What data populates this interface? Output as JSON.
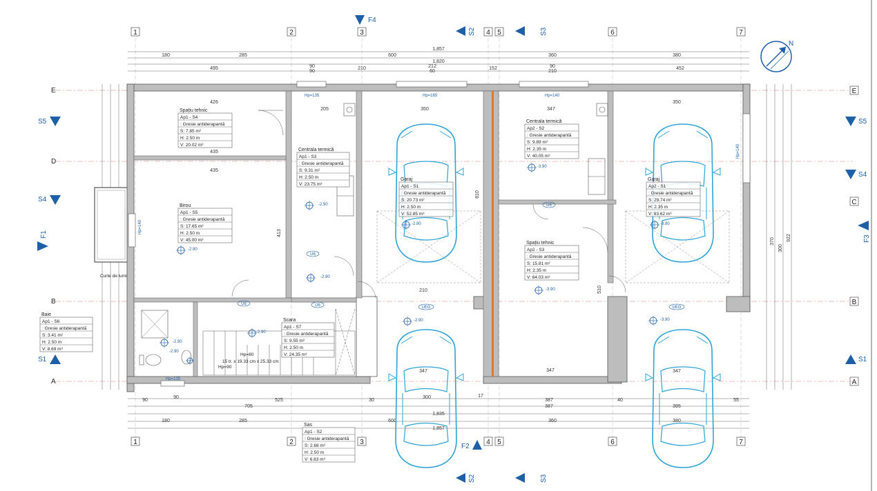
{
  "overall_dims": {
    "top_total": "1,857",
    "top_inner": "1,820",
    "bottom_total": "1,857",
    "bottom_inner": "1,835",
    "right_total": "922",
    "right_b": "370",
    "right_c": "300"
  },
  "top_dims_row1": [
    "180",
    "285",
    "600",
    "360",
    "380"
  ],
  "top_dims_row3": [
    "495",
    "90",
    "90",
    "210",
    "212",
    "60",
    "152",
    "90",
    "210",
    "452"
  ],
  "bottom_dims_row1": [
    "180",
    "285",
    "600",
    "360",
    "380"
  ],
  "bottom_dims_row2": [
    "705",
    "387",
    "395"
  ],
  "bottom_dims_row3": [
    "90",
    "90",
    "525",
    "30",
    "300",
    "17",
    "387",
    "40",
    "55"
  ],
  "grid_columns": [
    "1",
    "2",
    "3",
    "4",
    "5",
    "6",
    "7"
  ],
  "grid_rows": [
    "E",
    "D",
    "C",
    "B",
    "A"
  ],
  "sections": [
    {
      "id": "F4",
      "label": "F4"
    },
    {
      "id": "F1",
      "label": "F1"
    },
    {
      "id": "F2",
      "label": "F2"
    },
    {
      "id": "F3",
      "label": "F3"
    },
    {
      "id": "S1",
      "label": "S1"
    },
    {
      "id": "S2",
      "label": "S2"
    },
    {
      "id": "S3",
      "label": "S3"
    },
    {
      "id": "S4",
      "label": "S4"
    },
    {
      "id": "S5",
      "label": "S5"
    }
  ],
  "rooms": [
    {
      "name": "Spațiu tehnic",
      "code": "Ap1 - S4",
      "finish": ": Gresie antiderapantă",
      "s": "S: 7.85 m²",
      "h": "H: 2.50 m",
      "v": "V: 20.02 m³"
    },
    {
      "name": "Centrala termică",
      "code": "Ap1 - S3",
      "finish": ": Gresie antiderapantă",
      "s": "S: 9.31 m²",
      "h": "H: 2.50 m",
      "v": "V: 23.75 m³"
    },
    {
      "name": "Birou",
      "code": "Ap1 - S5",
      "finish": ": Gresie antiderapantă",
      "s": "S: 17.65 m²",
      "h": "H: 2.50 m",
      "v": "V: 45.00 m³"
    },
    {
      "name": "Garaj",
      "code": "Ap1 - S1",
      "finish": ": Gresie antiderapantă",
      "s": "S: 20.73 m²",
      "h": "H: 2.50 m",
      "v": "V: 52.85 m³"
    },
    {
      "name": "Baie",
      "code": "Ap1 - S6",
      "finish": ": Gresie antiderapantă",
      "s": "S: 3.41 m²",
      "h": "H: 2.50 m",
      "v": "V: 8.69 m³"
    },
    {
      "name": "Scara",
      "code": "Ap1 - S7",
      "finish": ": Gresie antiderapantă",
      "s": "S: 9.55 m²",
      "h": "H: 2.50 m",
      "v": "V: 24.35 m³"
    },
    {
      "name": "Sas",
      "code": "Ap1 - S2",
      "finish": ": Gresie antiderapantă",
      "s": "S: 2.68 m²",
      "h": "H: 2.50 m",
      "v": "V: 6.83 m³"
    },
    {
      "name": "Centrala termică",
      "code": "Ap2 - S2",
      "finish": ": Gresie antiderapantă",
      "s": "S: 9.89 m²",
      "h": "H: 2.35 m",
      "v": "V: 40.05 m³"
    },
    {
      "name": "Spațiu tehnic",
      "code": "Ap2 - S3",
      "finish": ": Gresie antiderapantă",
      "s": "S: 15.81 m²",
      "h": "H: 2.35 m",
      "v": "V: 64.03 m³"
    },
    {
      "name": "Garaj",
      "code": "Ap2 - S1",
      "finish": ": Gresie antiderapantă",
      "s": "S: 29.74 m²",
      "h": "H: 2.35 m",
      "v": "V: 83.62 m³"
    }
  ],
  "levels": [
    "-2.90",
    "-2.90",
    "-2.90",
    "-2.90",
    "-2.90",
    "-2.90",
    "-2.90",
    "-2.90",
    "-3.90",
    "-3.90",
    "-3.90",
    "-3.90"
  ],
  "window_tags": [
    "Hp=135",
    "Hp=165",
    "Hp=140",
    "Hp=140",
    "Hp=135",
    "Hp=140"
  ],
  "door_tags": [
    "U6",
    "U6",
    "U6",
    "U6",
    "UEG",
    "UEG"
  ],
  "labels": {
    "curte": "Curte de lumină",
    "stair_note": "15 tr. x 19.33 cm x 25.33 cm",
    "hp80": "Hp=80",
    "hp90": "Hp=90",
    "interior_dims": [
      "426",
      "435",
      "435",
      "413",
      "205",
      "350",
      "347",
      "210",
      "347",
      "350",
      "510",
      "810",
      "347",
      "347"
    ]
  },
  "colors": {
    "wall": "#7a7a7a",
    "wall_fill": "#bdbdbd",
    "blue": "#1f5fa8",
    "car": "#2ea3d8",
    "orange": "#e07a2a",
    "dash_red": "#d9534f"
  },
  "icons": [
    "north-arrow-icon",
    "section-arrow-icon",
    "car-icon",
    "level-marker-icon",
    "toilet-icon",
    "sink-icon",
    "shower-icon"
  ]
}
